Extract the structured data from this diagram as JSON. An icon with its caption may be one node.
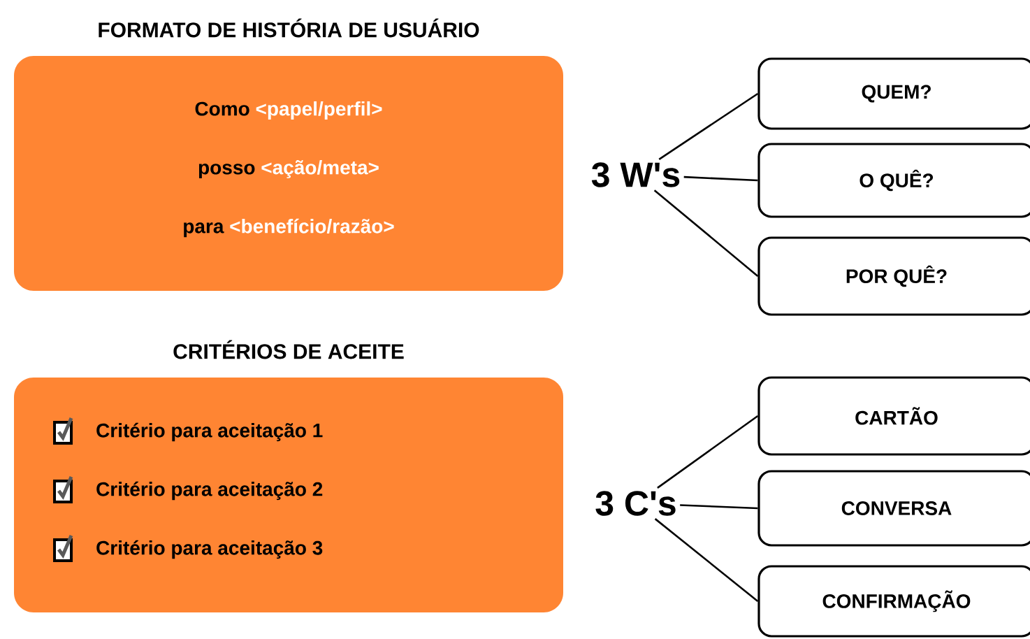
{
  "diagram": {
    "nodes": [
      {
        "text": [
          "FORMATO DE HISTÓRIA DE USUÁRIO",
          "Como",
          "<papel/perfil>",
          "posso",
          "<ação/meta>",
          "para",
          "<benefício/razão>"
        ]
      },
      {
        "text": [
          "3 W's"
        ]
      },
      {
        "text": [
          "QUEM?"
        ]
      },
      {
        "text": [
          "O QUÊ?"
        ]
      },
      {
        "text": [
          "POR QUÊ?"
        ]
      },
      {
        "text": [
          "CRITÉRIOS DE ACEITE",
          "Critério para aceitação 1",
          "Critério para aceitação 2",
          "Critério para aceitação 3"
        ]
      },
      {
        "text": [
          "3 C's"
        ]
      },
      {
        "text": [
          "CARTÃO"
        ]
      },
      {
        "text": [
          "CONVERSA"
        ]
      },
      {
        "text": [
          "CONFIRMAÇÃO"
        ]
      }
    ],
    "edges": [
      {
        "from": 1,
        "to": 2,
        "arrow": "none"
      },
      {
        "from": 1,
        "to": 3,
        "arrow": "none"
      },
      {
        "from": 1,
        "to": 4,
        "arrow": "none"
      },
      {
        "from": 6,
        "to": 7,
        "arrow": "none"
      },
      {
        "from": 6,
        "to": 8,
        "arrow": "none"
      },
      {
        "from": 6,
        "to": 9,
        "arrow": "none"
      }
    ]
  }
}
